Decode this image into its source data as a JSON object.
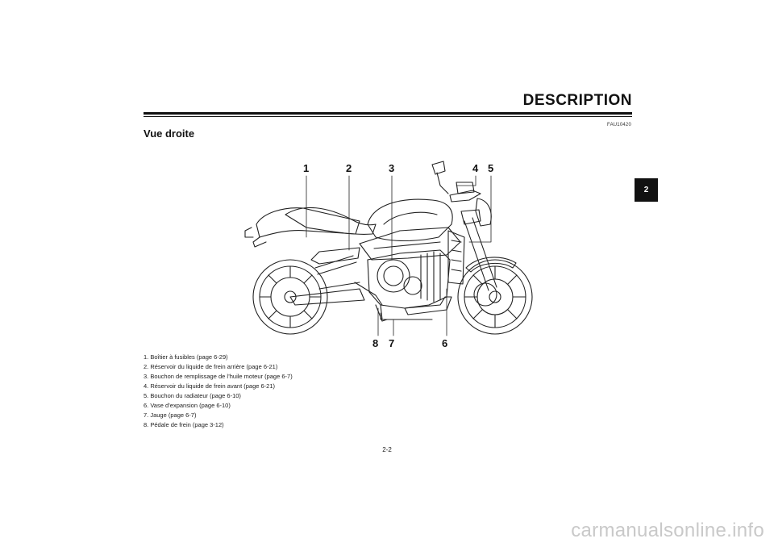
{
  "header": {
    "title": "DESCRIPTION"
  },
  "ref_code": "FAU10420",
  "section": {
    "title": "Vue droite"
  },
  "chapter_tab": "2",
  "figure": {
    "callouts": [
      "1",
      "2",
      "3",
      "4",
      "5",
      "8",
      "7",
      "6"
    ],
    "legend": [
      "1. Boîtier à fusibles (page 6-29)",
      "2. Réservoir du liquide de frein arrière (page 6-21)",
      "3. Bouchon de remplissage de l’huile moteur (page 6-7)",
      "4. Réservoir du liquide de frein avant (page 6-21)",
      "5. Bouchon du radiateur (page 6-10)",
      "6. Vase d’expansion (page 6-10)",
      "7. Jauge (page 6-7)",
      "8. Pédale de frein (page 3-12)"
    ]
  },
  "page_number": "2-2",
  "watermark": "carmanualsonline.info"
}
